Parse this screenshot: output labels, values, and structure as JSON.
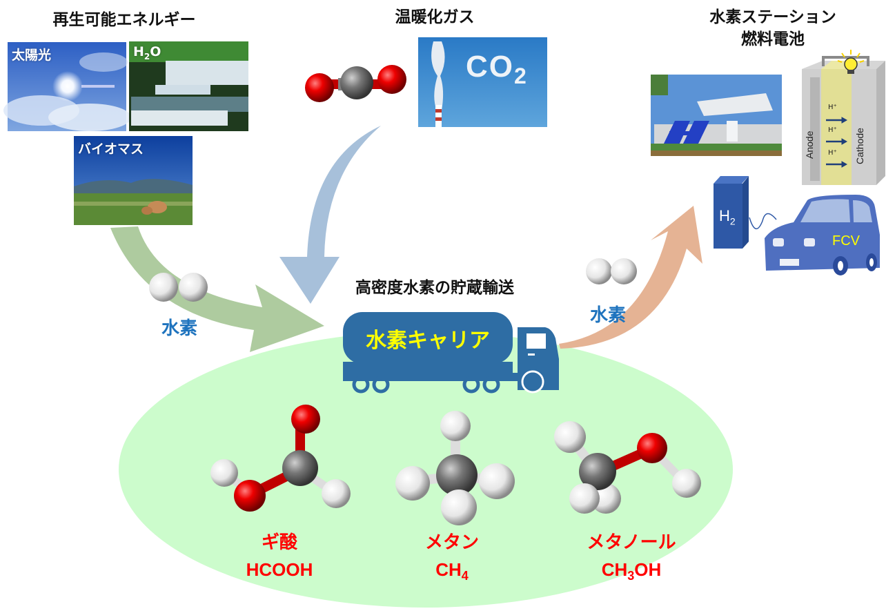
{
  "renewable": {
    "title": "再生可能エネルギー",
    "solar_label": "太陽光",
    "water_label_main": "H",
    "water_label_sub": "2",
    "water_label_tail": "O",
    "biomass_label": "バイオマス"
  },
  "greenhouse": {
    "title": "温暖化ガス",
    "co2_text_main": "CO",
    "co2_text_sub": "2"
  },
  "station": {
    "title_line1": "水素ステーション",
    "title_line2": "燃料電池",
    "fuel_cell": {
      "anode": "Anode",
      "cathode": "Cathode",
      "proton_label": "H⁺"
    },
    "dispenser_main": "H",
    "dispenser_sub": "2",
    "car_label": "FCV"
  },
  "hydrogen_label_left": "水素",
  "hydrogen_label_right": "水素",
  "transport": {
    "title": "高密度水素の貯蔵輸送",
    "carrier_label": "水素キャリア"
  },
  "molecules": [
    {
      "name": "ギ酸",
      "formula_parts": [
        "HCOOH"
      ],
      "formula_main": "HCOOH",
      "formula_sub": "",
      "formula_tail": ""
    },
    {
      "name": "メタン",
      "formula_main": "CH",
      "formula_sub": "4",
      "formula_tail": ""
    },
    {
      "name": "メタノール",
      "formula_main": "CH",
      "formula_sub": "3",
      "formula_tail": "OH"
    }
  ],
  "colors": {
    "arrow_green": "#aecb9f",
    "arrow_blue": "#a7c0da",
    "arrow_orange": "#e5b394",
    "ellipse_fill": "#ccfccc",
    "truck_blue": "#2e6da4",
    "carrier_text": "#ffff00",
    "molecule_label": "#ff0000",
    "hydrogen_label": "#1e73be",
    "car_blue": "#4f6fc0",
    "dispenser_blue": "#2e58a6"
  }
}
